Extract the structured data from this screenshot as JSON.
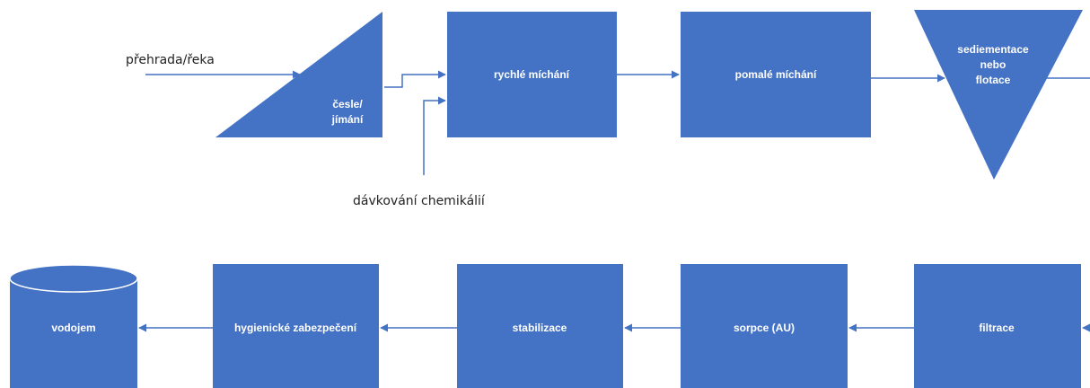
{
  "colors": {
    "fill": "#4472C4",
    "line": "#4472C4",
    "text_light": "#ffffff",
    "text_dark": "#222222"
  },
  "inputs": {
    "source": "přehrada/řeka",
    "dosing": "dávkování chemikálií"
  },
  "nodes": {
    "screens": "česle/\njímání",
    "rapid_mix": "rychlé míchání",
    "slow_mix": "pomalé míchání",
    "sedimentation": "sediementace\nnebo\nflotace",
    "filtration": "filtrace",
    "sorption": "sorpce (AU)",
    "stabilization": "stabilizace",
    "disinfection": "hygienické zabezpečení",
    "reservoir": "vodojem"
  }
}
